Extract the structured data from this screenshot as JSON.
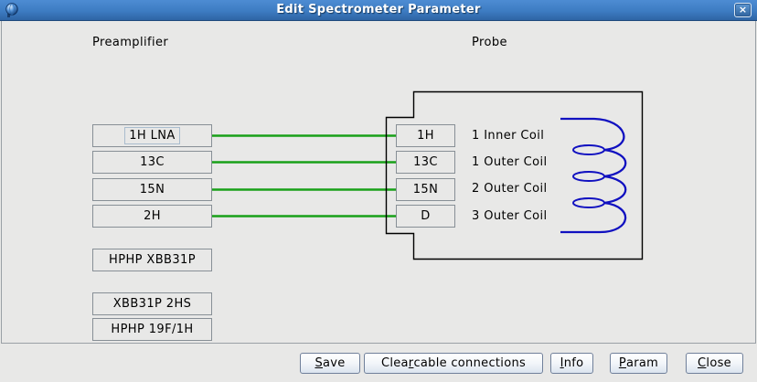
{
  "window": {
    "title": "Edit Spectrometer Parameter",
    "close_glyph": "×"
  },
  "headings": {
    "preamplifier": "Preamplifier",
    "probe": "Probe"
  },
  "preamplifier": {
    "modules": [
      {
        "label": "1H LNA",
        "focused": true
      },
      {
        "label": "13C"
      },
      {
        "label": "15N"
      },
      {
        "label": "2H"
      }
    ],
    "accessory_modules": [
      {
        "label": "HPHP XBB31P"
      },
      {
        "label": "XBB31P 2HS"
      },
      {
        "label": "HPHP 19F/1H"
      }
    ]
  },
  "probe": {
    "connectors": [
      {
        "label": "1H",
        "coil": "1 Inner Coil"
      },
      {
        "label": "13C",
        "coil": "1 Outer Coil"
      },
      {
        "label": "15N",
        "coil": "2 Outer Coil"
      },
      {
        "label": "D",
        "coil": "3 Outer Coil"
      }
    ]
  },
  "connections": [
    {
      "from": "1H LNA",
      "to": "1H"
    },
    {
      "from": "13C",
      "to": "13C"
    },
    {
      "from": "15N",
      "to": "15N"
    },
    {
      "from": "2H",
      "to": "D"
    }
  ],
  "buttons": {
    "save": {
      "pre": "",
      "key": "S",
      "post": "ave"
    },
    "clear": {
      "pre": "Clea",
      "key": "r",
      "post": " cable connections"
    },
    "info": {
      "pre": "",
      "key": "I",
      "post": "nfo"
    },
    "param": {
      "pre": "",
      "key": "P",
      "post": "aram"
    },
    "close": {
      "pre": "",
      "key": "C",
      "post": "lose"
    }
  },
  "colors": {
    "cable_green": "#18a018",
    "coil_blue": "#1010c0",
    "titlebar_blue": "#3d7cc2"
  }
}
